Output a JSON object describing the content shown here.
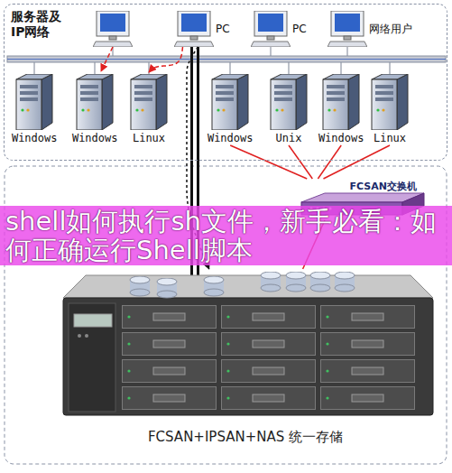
{
  "diagram": {
    "nodes": [
      {
        "text": [
          "服务器及IP网络"
        ]
      },
      {
        "text": [
          "PC"
        ],
        "in": 0
      },
      {
        "text": [
          "PC"
        ],
        "in": 0
      },
      {
        "text": [
          "网络用户"
        ],
        "in": 0
      },
      {
        "text": [
          "Windows"
        ],
        "in": 0
      },
      {
        "text": [
          "Windows"
        ],
        "in": 0
      },
      {
        "text": [
          "Linux"
        ],
        "in": 0
      },
      {
        "text": [
          "Windows"
        ],
        "in": 0
      },
      {
        "text": [
          "Unix"
        ],
        "in": 0
      },
      {
        "text": [
          "Windows"
        ],
        "in": 0
      },
      {
        "text": [
          "Linux"
        ],
        "in": 0
      },
      {
        "text": [
          "FCSAN交换机"
        ]
      },
      {
        "text": [
          "FCSAN+IPSAN+NAS 统一存储"
        ]
      }
    ],
    "edges": [
      {
        "from": 1,
        "to": 6,
        "arrow": "to"
      },
      {
        "from": 1,
        "to": 12,
        "arrow": "to"
      },
      {
        "from": 11,
        "to": 7,
        "arrow": "none"
      },
      {
        "from": 11,
        "to": 8,
        "arrow": "none"
      },
      {
        "from": 11,
        "to": 9,
        "arrow": "none"
      },
      {
        "from": 11,
        "to": 10,
        "arrow": "none"
      },
      {
        "from": 11,
        "to": 12,
        "arrow": "none"
      }
    ],
    "labels": [
      "shell如何执行sh文件，新手必看：如何正确运行Shell脚本"
    ]
  }
}
